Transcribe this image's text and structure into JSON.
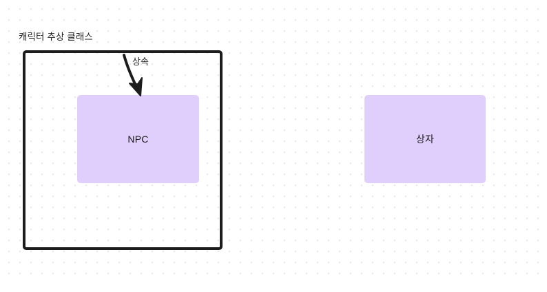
{
  "diagram": {
    "title_group": "캐릭터 추상 클래스",
    "nodes": [
      {
        "id": "npc",
        "label": "NPC"
      },
      {
        "id": "box",
        "label": "상자"
      }
    ],
    "edges": [
      {
        "id": "inheritance",
        "label": "상속",
        "from": "캐릭터 추상 클래스",
        "to": "NPC"
      }
    ],
    "colors": {
      "node_fill": "#e0cffc",
      "frame_stroke": "#1c1c1c",
      "text": "#1a1a1a",
      "grid_dot": "#e6e6e6",
      "canvas": "#ffffff"
    }
  }
}
